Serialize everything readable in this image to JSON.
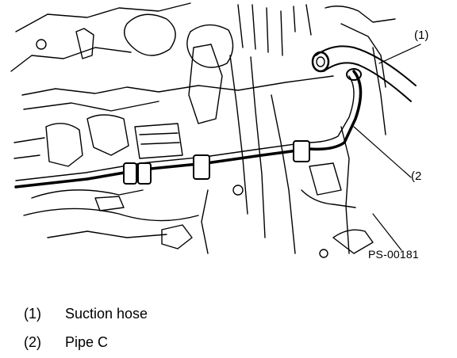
{
  "diagram": {
    "callouts": [
      {
        "id": "1",
        "label": "(1)"
      },
      {
        "id": "2",
        "label": "(2"
      }
    ],
    "figure_id": "PS-00181"
  },
  "legend": [
    {
      "number": "(1)",
      "text": "Suction hose"
    },
    {
      "number": "(2)",
      "text": "Pipe C"
    }
  ]
}
